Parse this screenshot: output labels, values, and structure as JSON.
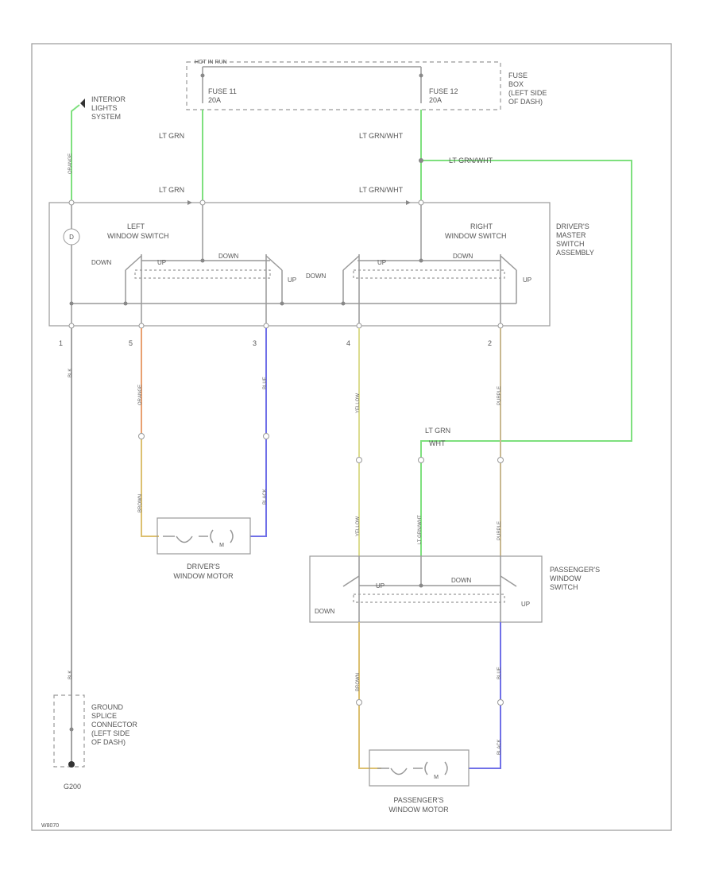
{
  "figure_id": "W8070",
  "hot_label": "HOT IN RUN",
  "fuse_box": {
    "fuse11_name": "FUSE 11",
    "fuse11_rating": "20A",
    "fuse12_name": "FUSE 12",
    "fuse12_rating": "20A",
    "caption_lines": [
      "FUSE",
      "BOX",
      "(LEFT SIDE",
      "OF DASH)"
    ]
  },
  "interior_lights": {
    "lines": [
      "INTERIOR",
      "LIGHTS",
      "SYSTEM"
    ]
  },
  "wires": {
    "lt_grn": "LT GRN",
    "lt_grn_wht": "LT GRN/WHT",
    "orange": "ORANGE",
    "blk": "BLK",
    "brown": "BROWN",
    "blue": "BLUE",
    "black": "BLACK",
    "purple": "PURPLE",
    "yellow": "YELLOW",
    "wht": "WHT"
  },
  "master_switch": {
    "caption_lines": [
      "DRIVER'S",
      "MASTER",
      "SWITCH",
      "ASSEMBLY"
    ],
    "left_switch_lines": [
      "LEFT",
      "WINDOW SWITCH"
    ],
    "right_switch_lines": [
      "RIGHT",
      "WINDOW SWITCH"
    ],
    "lamp_symbol": "D",
    "pins": [
      "1",
      "5",
      "3",
      "4",
      "2"
    ]
  },
  "switch_labels": {
    "down": "DOWN",
    "up": "UP"
  },
  "motor_symbol": "M",
  "drivers_motor": {
    "caption_lines": [
      "DRIVER'S",
      "WINDOW MOTOR"
    ]
  },
  "passengers_switch": {
    "caption_lines": [
      "PASSENGER'S",
      "WINDOW",
      "SWITCH"
    ]
  },
  "passengers_motor": {
    "caption_lines": [
      "PASSENGER'S",
      "WINDOW MOTOR"
    ]
  },
  "ground": {
    "caption_lines": [
      "GROUND",
      "SPLICE",
      "CONNECTOR",
      "(LEFT SIDE",
      "OF DASH)"
    ],
    "id": "G200"
  },
  "colors": {
    "green": "#7ee07e",
    "orange": "#e8a070",
    "blue": "#7070e8",
    "yellow": "#dcdc90",
    "tan": "#c8b890",
    "gray": "#999999"
  }
}
